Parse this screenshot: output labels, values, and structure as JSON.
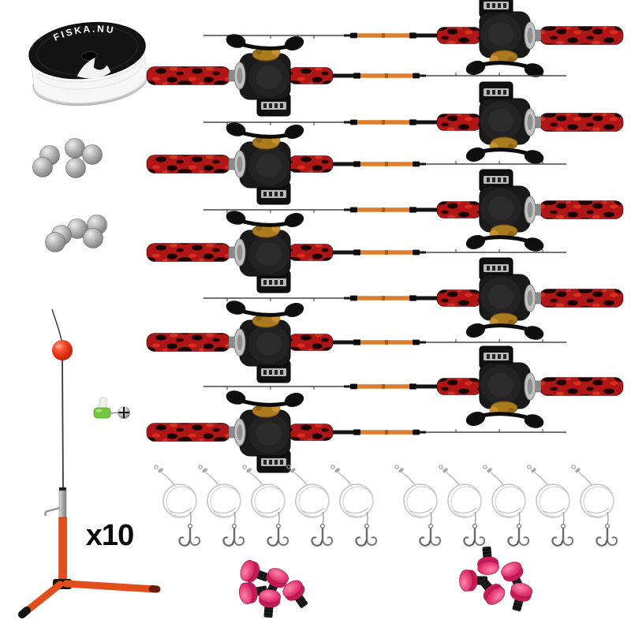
{
  "image": {
    "description": "Product collage of an ice-fishing angling kit on a white background",
    "background_color": "#ffffff"
  },
  "spool": {
    "brand": "FISKA.NU",
    "item": "fishing-line-spool",
    "label_bg": "#131313",
    "text_color": "#ffffff"
  },
  "quantity_label": {
    "text": "x10",
    "color": "#0a0a0a"
  },
  "items": [
    {
      "name": "fishing-line-spool",
      "count": 1
    },
    {
      "name": "ball-sinker-cluster",
      "count": 2,
      "balls_per_cluster": 5
    },
    {
      "name": "tripod-rod-holder-with-signal-ball",
      "count": 1
    },
    {
      "name": "bell-bite-alarm",
      "count": 1
    },
    {
      "name": "rod-and-line-counter-reel-combo",
      "count": 10
    },
    {
      "name": "wire-leader-with-treble-hook",
      "count": 10
    },
    {
      "name": "pink-hook-bonnet-knob",
      "count": 10
    }
  ],
  "colors": {
    "handle_camo_red": "#b01616",
    "handle_camo_black": "#1a0202",
    "rod_blank": "#141414",
    "rod_mid_section": "#de7e2c",
    "reel_body": "#1a1a1a",
    "reel_gold": "#b8872b",
    "tripod_orange": "#e14e1e",
    "signal_ball_red": "#e83418",
    "bonnet_pink": "#e0316b",
    "sinker_gray": "#9a9a9a",
    "leader_wire": "#c8c8c8",
    "bell_green": "#74c93e"
  }
}
